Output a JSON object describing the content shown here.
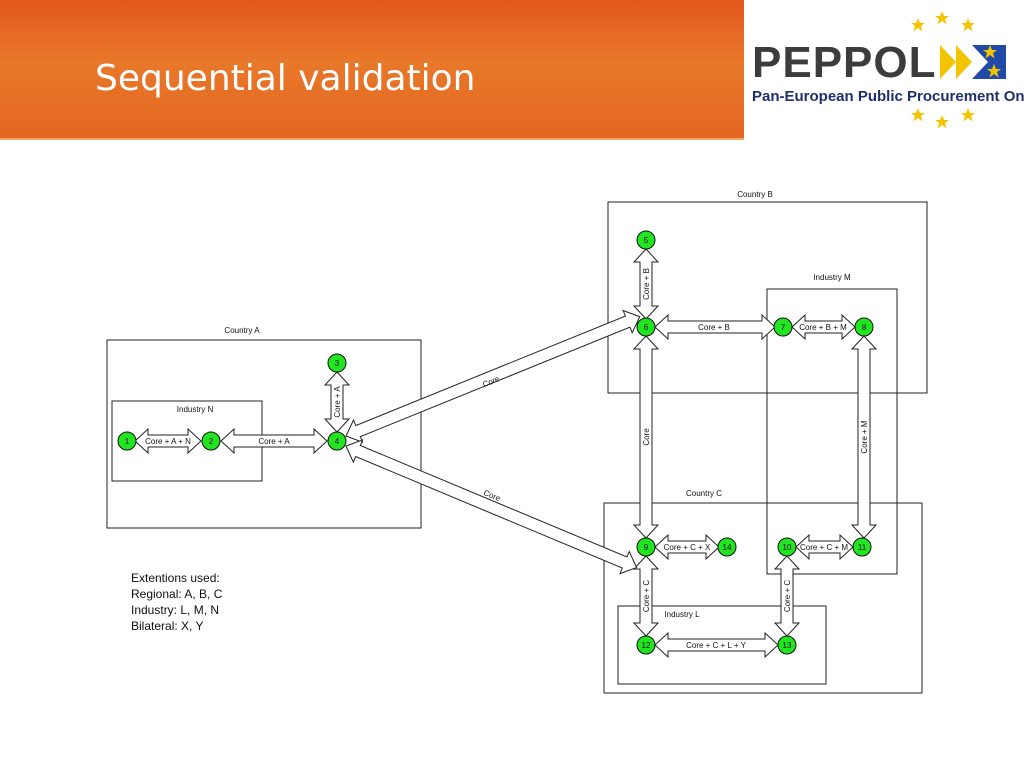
{
  "slide": {
    "title": "Sequential validation"
  },
  "logo": {
    "word": "PEPPOL",
    "tagline": "Pan-European Public Procurement Online",
    "colors": {
      "orange": "#e3571c",
      "blue": "#1f4aa8",
      "yellow": "#f5c400",
      "gray": "#3c3c3c"
    }
  },
  "diagram": {
    "boxes": {
      "country_a": "Country A",
      "country_b": "Country B",
      "country_c": "Country C",
      "industry_n": "Industry N",
      "industry_m": "Industry M",
      "industry_l": "Industry L"
    },
    "nodes": {
      "n1": "1",
      "n2": "2",
      "n3": "3",
      "n4": "4",
      "n5": "5",
      "n6": "6",
      "n7": "7",
      "n8": "8",
      "n9": "9",
      "n10": "10",
      "n11": "11",
      "n12": "12",
      "n13": "13",
      "n14": "14"
    },
    "links": {
      "l1_2": "Core + A + N",
      "l2_4": "Core + A",
      "l3_4": "Core + A",
      "l4_6": "Core",
      "l4_9": "Core",
      "l5_6": "Core + B",
      "l6_7": "Core + B",
      "l7_8": "Core + B + M",
      "l6_9": "Core",
      "l8_11": "Core + M",
      "l9_14": "Core + C + X",
      "l10_11": "Core + C + M",
      "l9_12": "Core + C",
      "l10_13": "Core + C",
      "l12_13": "Core + C + L + Y"
    },
    "node_color": "#22e522"
  },
  "legend": {
    "title": "Extentions used:",
    "lines": [
      "Regional: A, B, C",
      "Industry: L, M, N",
      "Bilateral: X, Y"
    ]
  }
}
